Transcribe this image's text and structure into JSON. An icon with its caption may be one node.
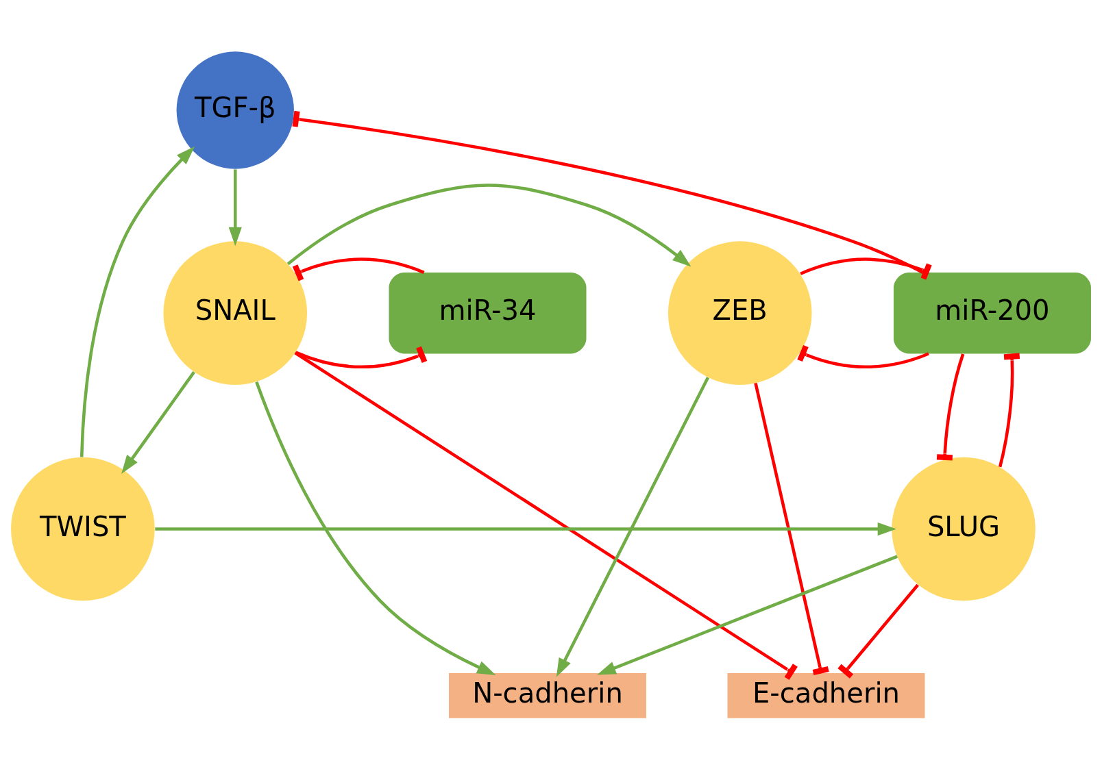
{
  "diagram": {
    "nodes": [
      {
        "text": [
          "TGF-β"
        ]
      },
      {
        "text": [
          "miR-34"
        ]
      },
      {
        "text": [
          "SNAIL"
        ]
      },
      {
        "text": [
          "ZEB"
        ]
      },
      {
        "text": [
          "miR-200"
        ]
      },
      {
        "text": [
          "TWIST"
        ]
      },
      {
        "text": [
          "SLUG"
        ]
      },
      {
        "text": [
          "N-cadherin"
        ]
      },
      {
        "text": [
          "E-cadherin"
        ]
      }
    ],
    "edges": [
      {
        "from": 0,
        "to": 2,
        "arrow": "to",
        "color": "#70ad47"
      },
      {
        "from": 4,
        "to": 0,
        "arrow": "other"
      },
      {
        "from": 2,
        "to": 1,
        "arrow": "other"
      },
      {
        "from": 1,
        "to": 2,
        "arrow": "other"
      },
      {
        "from": 2,
        "to": 3,
        "arrow": "to",
        "color": "#70ad47"
      },
      {
        "from": 4,
        "to": 3,
        "arrow": "other"
      },
      {
        "from": 3,
        "to": 4,
        "arrow": "other"
      },
      {
        "from": 2,
        "to": 5,
        "arrow": "to",
        "color": "#70ad47"
      },
      {
        "from": 5,
        "to": 0,
        "arrow": "to",
        "color": "#70ad47"
      },
      {
        "from": 5,
        "to": 6,
        "arrow": "to",
        "color": "#70ad47"
      },
      {
        "from": 2,
        "to": 7,
        "arrow": "to",
        "color": "#70ad47"
      },
      {
        "from": 3,
        "to": 7,
        "arrow": "to",
        "color": "#70ad47"
      },
      {
        "from": 6,
        "to": 4,
        "arrow": "other"
      },
      {
        "from": 4,
        "to": 6,
        "arrow": "other"
      },
      {
        "from": 6,
        "to": 7,
        "arrow": "to",
        "color": "#70ad47"
      },
      {
        "from": 6,
        "to": 8,
        "arrow": "other"
      },
      {
        "from": 2,
        "to": 8,
        "arrow": "other"
      },
      {
        "from": 3,
        "to": 8,
        "arrow": "other"
      }
    ]
  }
}
